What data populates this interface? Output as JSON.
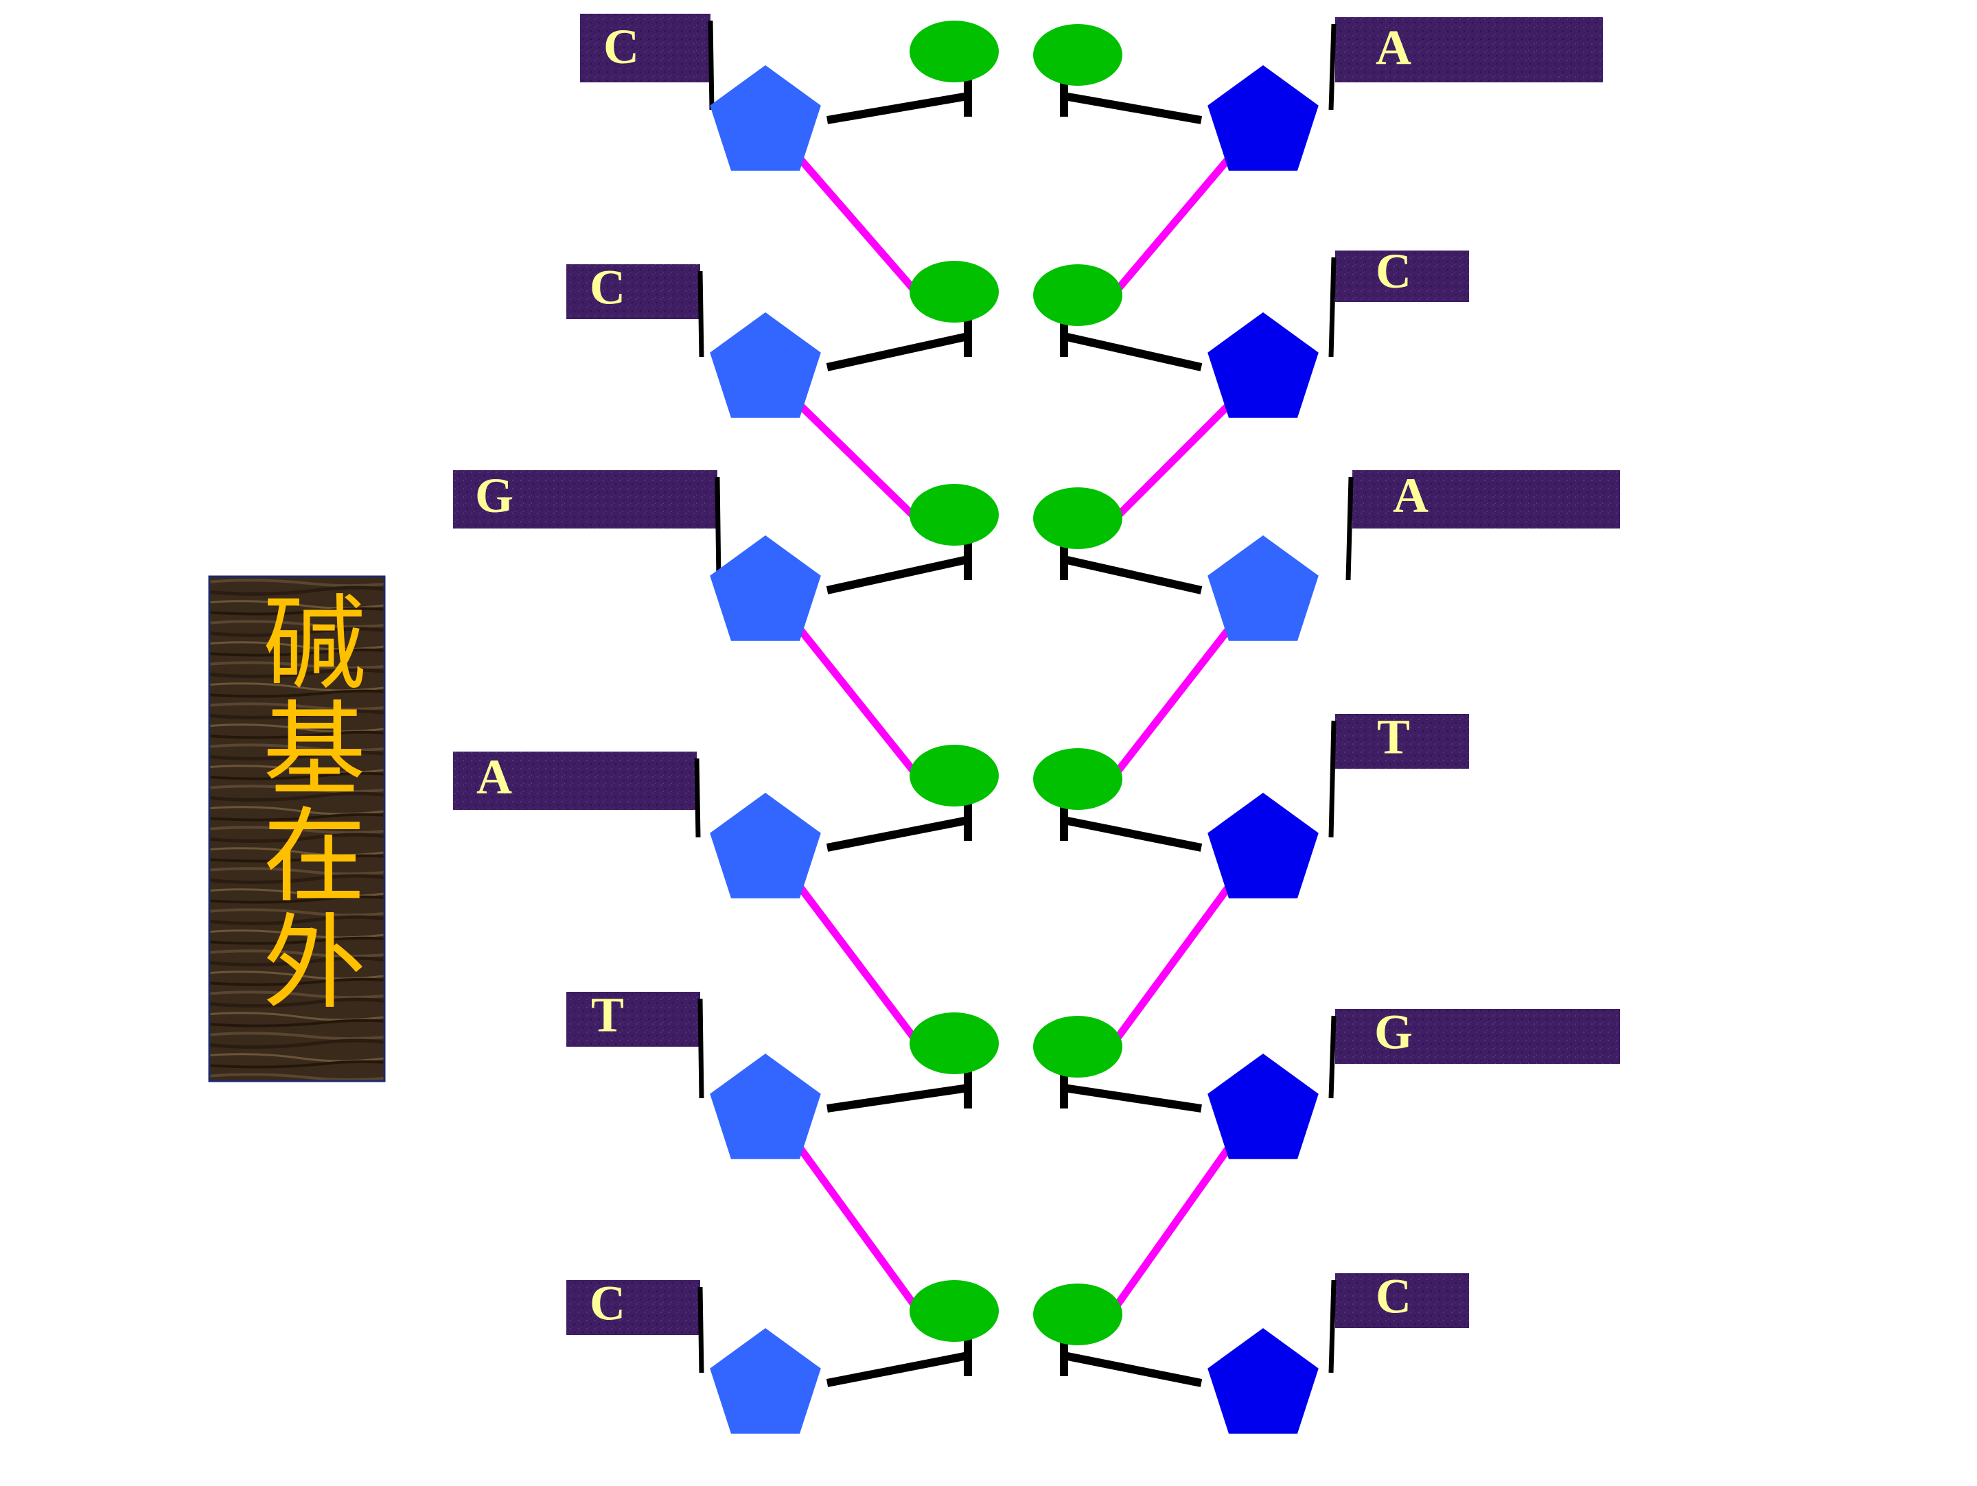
{
  "title": {
    "text": "碱基在外",
    "color": "#FFC000"
  },
  "colors": {
    "label_bg": "#3F1E64",
    "label_text": "#FFFF99",
    "sugar_left": "#3366FF",
    "sugar_right_dark": "#0000EE",
    "sugar_right_light": "#3366FF",
    "phosphate": "#00C000",
    "backbone_link": "#FF00FF",
    "bond": "#000000",
    "panel_wood": "#3A2A1C"
  },
  "left_strand": {
    "bases": [
      "C",
      "C",
      "G",
      "A",
      "T",
      "C"
    ]
  },
  "right_strand": {
    "bases": [
      "A",
      "C",
      "A",
      "T",
      "G",
      "C"
    ]
  }
}
